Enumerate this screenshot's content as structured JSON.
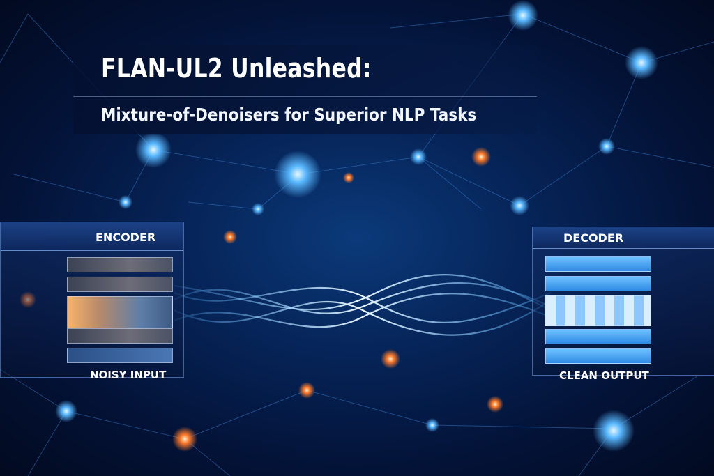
{
  "header": {
    "title": "FLAN-UL2 Unleashed:",
    "subtitle": "Mixture-of-Denoisers for Superior NLP Tasks"
  },
  "encoder": {
    "label": "ENCODER",
    "caption": "NOISY INPUT"
  },
  "decoder": {
    "label": "DECODER",
    "caption": "CLEAN OUTPUT"
  },
  "colors": {
    "background": "#031236",
    "accent_blue": "#4fb0ff",
    "accent_orange": "#ff7a2a",
    "text": "#ffffff"
  }
}
